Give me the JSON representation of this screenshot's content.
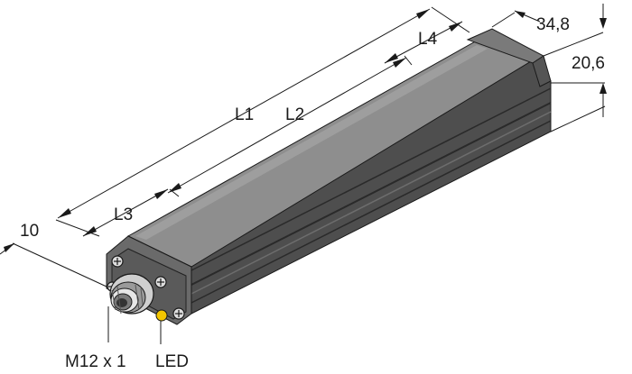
{
  "dimensions": {
    "l1": "L1",
    "l2": "L2",
    "l3": "L3",
    "l4": "L4",
    "width": "34,8",
    "height": "20,6",
    "offset": "10"
  },
  "callouts": {
    "connector": "M12 x 1",
    "led": "LED"
  },
  "colors": {
    "housing_top": "#8c8c8c",
    "housing_side": "#4a4a4a",
    "housing_end": "#6a6a6a",
    "led": "#f2c500",
    "connector": "#b5b5b5"
  },
  "icons": [
    "screw-icon",
    "connector-icon",
    "led-indicator-icon"
  ]
}
